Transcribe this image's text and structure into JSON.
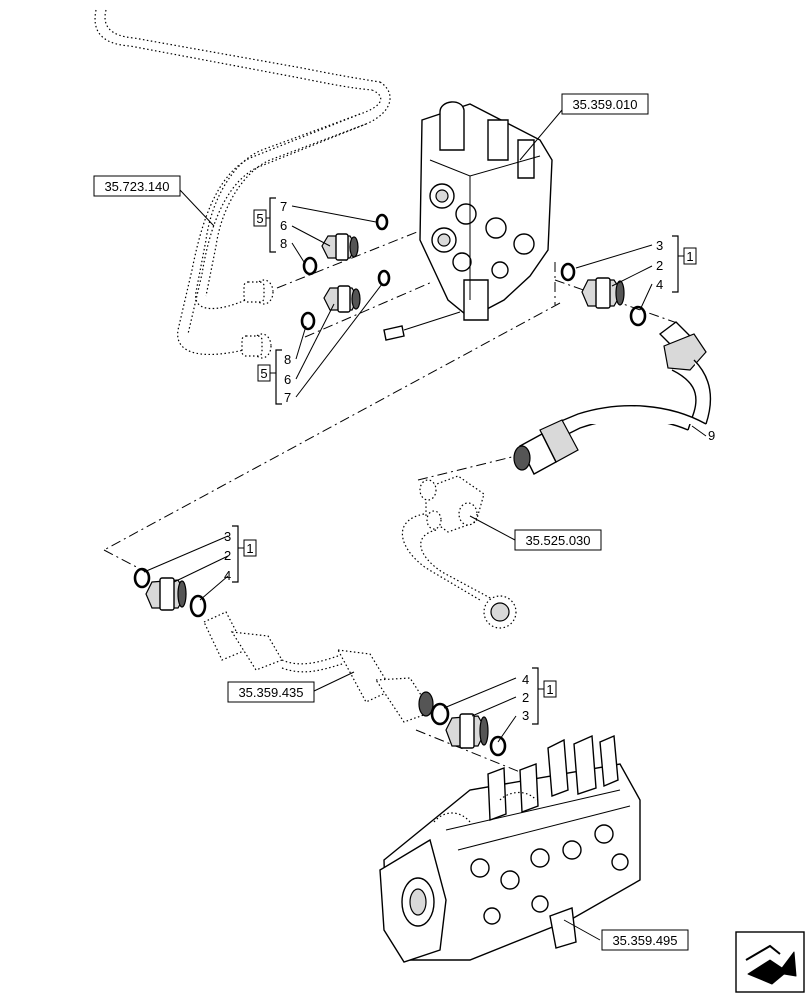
{
  "refs": {
    "r1": "35.359.010",
    "r2": "35.723.140",
    "r3": "35.525.030",
    "r4": "35.359.435",
    "r5": "35.359.495"
  },
  "callouts": {
    "upper_left_a": {
      "box": "5",
      "items": [
        "7",
        "6",
        "8"
      ]
    },
    "upper_left_b": {
      "box": "5",
      "items": [
        "8",
        "6",
        "7"
      ]
    },
    "upper_right": {
      "box": "1",
      "items": [
        "3",
        "2",
        "4"
      ]
    },
    "middle_left": {
      "box": "1",
      "items": [
        "3",
        "2",
        "4"
      ]
    },
    "lower_mid": {
      "box": "1",
      "items": [
        "4",
        "2",
        "3"
      ]
    },
    "hose": "9"
  },
  "icons": {
    "corner": "navigation-arrow-icon"
  }
}
